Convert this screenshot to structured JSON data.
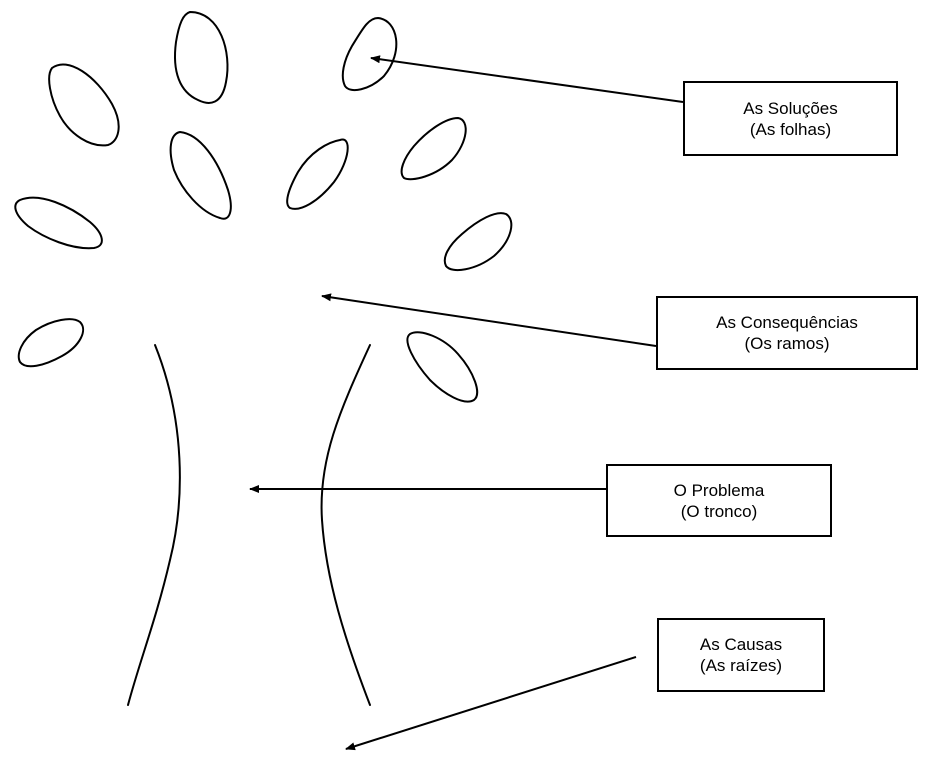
{
  "colors": {
    "stroke": "#000000",
    "background": "#ffffff"
  },
  "labels": {
    "solucoes": {
      "title": "As Soluções",
      "subtitle": "(As folhas)"
    },
    "consequencias": {
      "title": "As Consequências",
      "subtitle": "(Os ramos)"
    },
    "problema": {
      "title": "O Problema",
      "subtitle": "(O tronco)"
    },
    "causas": {
      "title": "As Causas",
      "subtitle": "(As raízes)"
    }
  }
}
